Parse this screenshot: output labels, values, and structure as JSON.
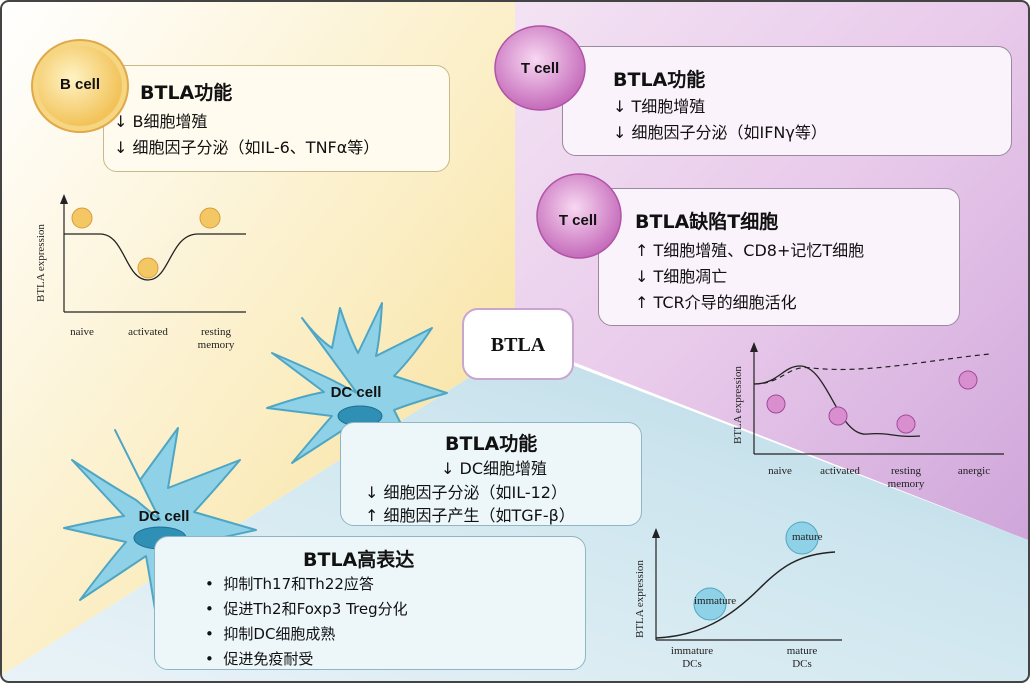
{
  "center": {
    "label": "BTLA"
  },
  "bcell": {
    "cell_label": "B cell",
    "title": "BTLA功能",
    "lines": [
      "↓ B细胞增殖",
      "↓ 细胞因子分泌（如IL-6、TNFα等）"
    ],
    "chart": {
      "ylabel": "BTLA expression",
      "xticks": [
        "naive",
        "activated",
        "resting\nmemory"
      ],
      "mini_labels": [
        "naive",
        "activated",
        "resting/\nmemory"
      ]
    }
  },
  "tcell": {
    "cell_label": "T cell",
    "title": "BTLA功能",
    "lines": [
      "↓ T细胞增殖",
      "↓ 细胞因子分泌（如IFNγ等）"
    ]
  },
  "tcell_def": {
    "cell_label": "T cell",
    "title": "BTLA缺陷T细胞",
    "lines": [
      "↑ T细胞增殖、CD8+记忆T细胞",
      "↓ T细胞凋亡",
      "↑ TCR介导的细胞活化"
    ],
    "chart": {
      "ylabel": "BTLA expression",
      "xticks": [
        "naive",
        "activated",
        "resting\nmemory",
        "anergic"
      ],
      "mini_labels": [
        "naive",
        "activated",
        "resting/\nmemory",
        "anergic"
      ]
    }
  },
  "dc1": {
    "cell_label": "DC cell",
    "title": "BTLA功能",
    "lines": [
      "↓ DC细胞增殖",
      "↓ 细胞因子分泌（如IL-12）",
      "↑ 细胞因子产生（如TGF-β）"
    ]
  },
  "dc2": {
    "cell_label": "DC cell",
    "title": "BTLA高表达",
    "bullets": [
      "抑制Th17和Th22应答",
      "促进Th2和Foxp3 Treg分化",
      "抑制DC细胞成熟",
      "促进免疫耐受"
    ],
    "chart": {
      "ylabel": "BTLA expression",
      "xticks": [
        "immature\nDCs",
        "mature\nDCs"
      ],
      "mini_labels": [
        "immature",
        "mature"
      ]
    }
  }
}
